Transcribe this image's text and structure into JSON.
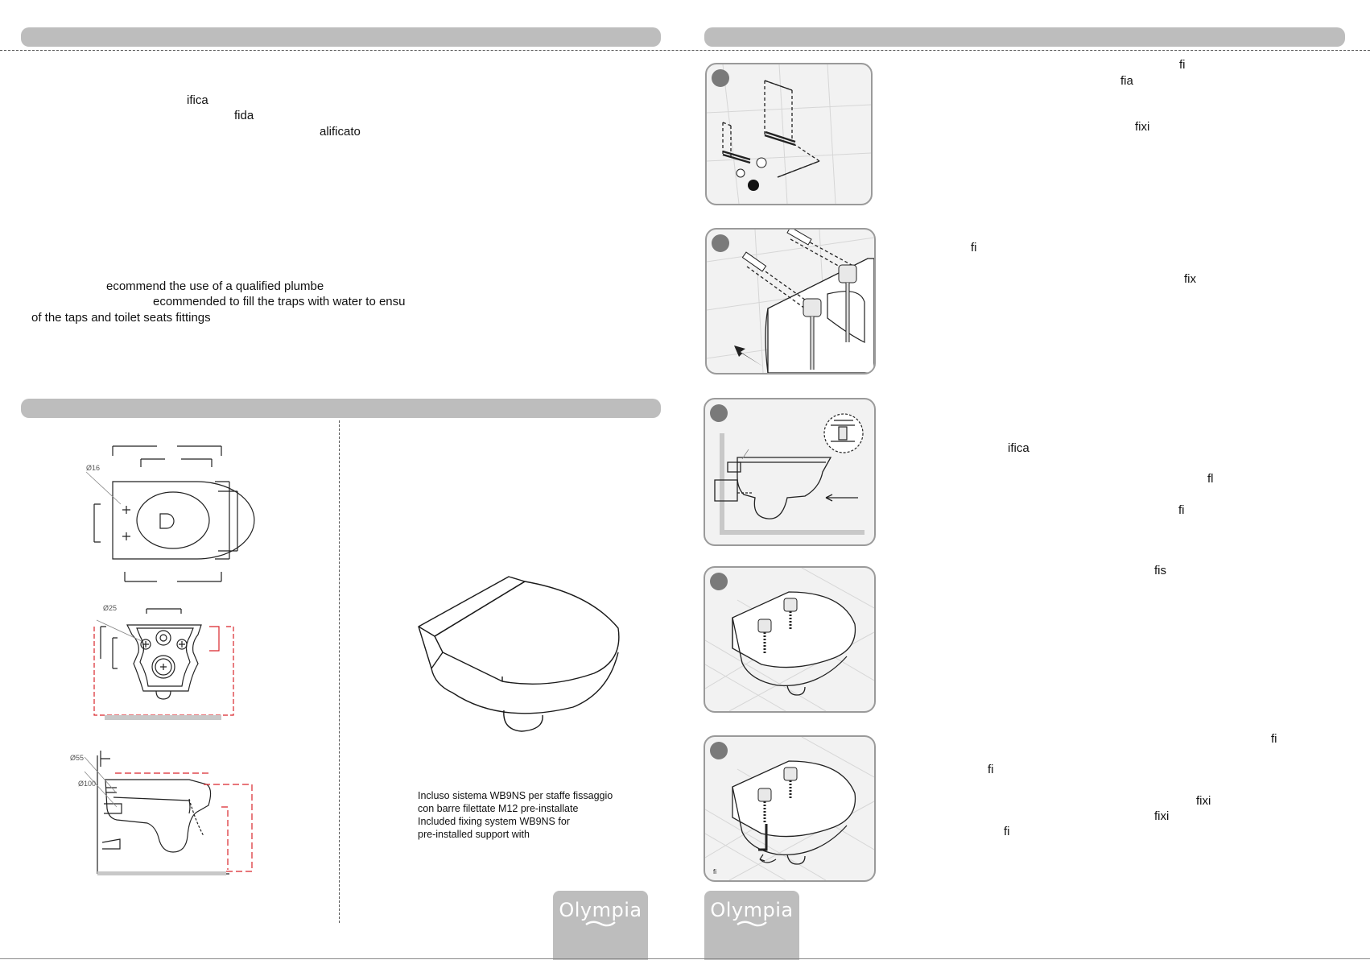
{
  "left_page": {
    "intro_fragments": [
      "ifica",
      "fida",
      "alificato"
    ],
    "recommend_lines": [
      "ecommend the use of a qualified plumbe",
      "ecommended to fill the traps with water to ensu",
      "of the taps and toilet seats fittings"
    ],
    "drawing_labels": {
      "top_view_hole": "Ø16",
      "rear_view_hole": "Ø25",
      "side_view_outlet": "Ø55",
      "side_view_inlet": "Ø100"
    },
    "product_caption_lines": [
      "Incluso sistema WB9NS per staffe fissaggio",
      "con barre filettate M12 pre-installate",
      "Included fixing system WB9NS for",
      "pre-installed support with"
    ]
  },
  "right_page": {
    "step1_fragments": [
      "fi",
      "fia",
      "fixi"
    ],
    "step2_fragments": [
      "fi",
      "fix"
    ],
    "step3_fragments": [
      "ifica",
      "fl",
      "fi"
    ],
    "step4_fragments": [
      "fis"
    ],
    "step5_fragments": [
      "fi",
      "fi",
      "fixi",
      "fixi",
      "fi"
    ],
    "step5_panel_label": "fi"
  },
  "brand": {
    "logo_text": "Olympia",
    "logo_color": "#bdbdbd",
    "header_bar_color": "#bdbdbd"
  }
}
